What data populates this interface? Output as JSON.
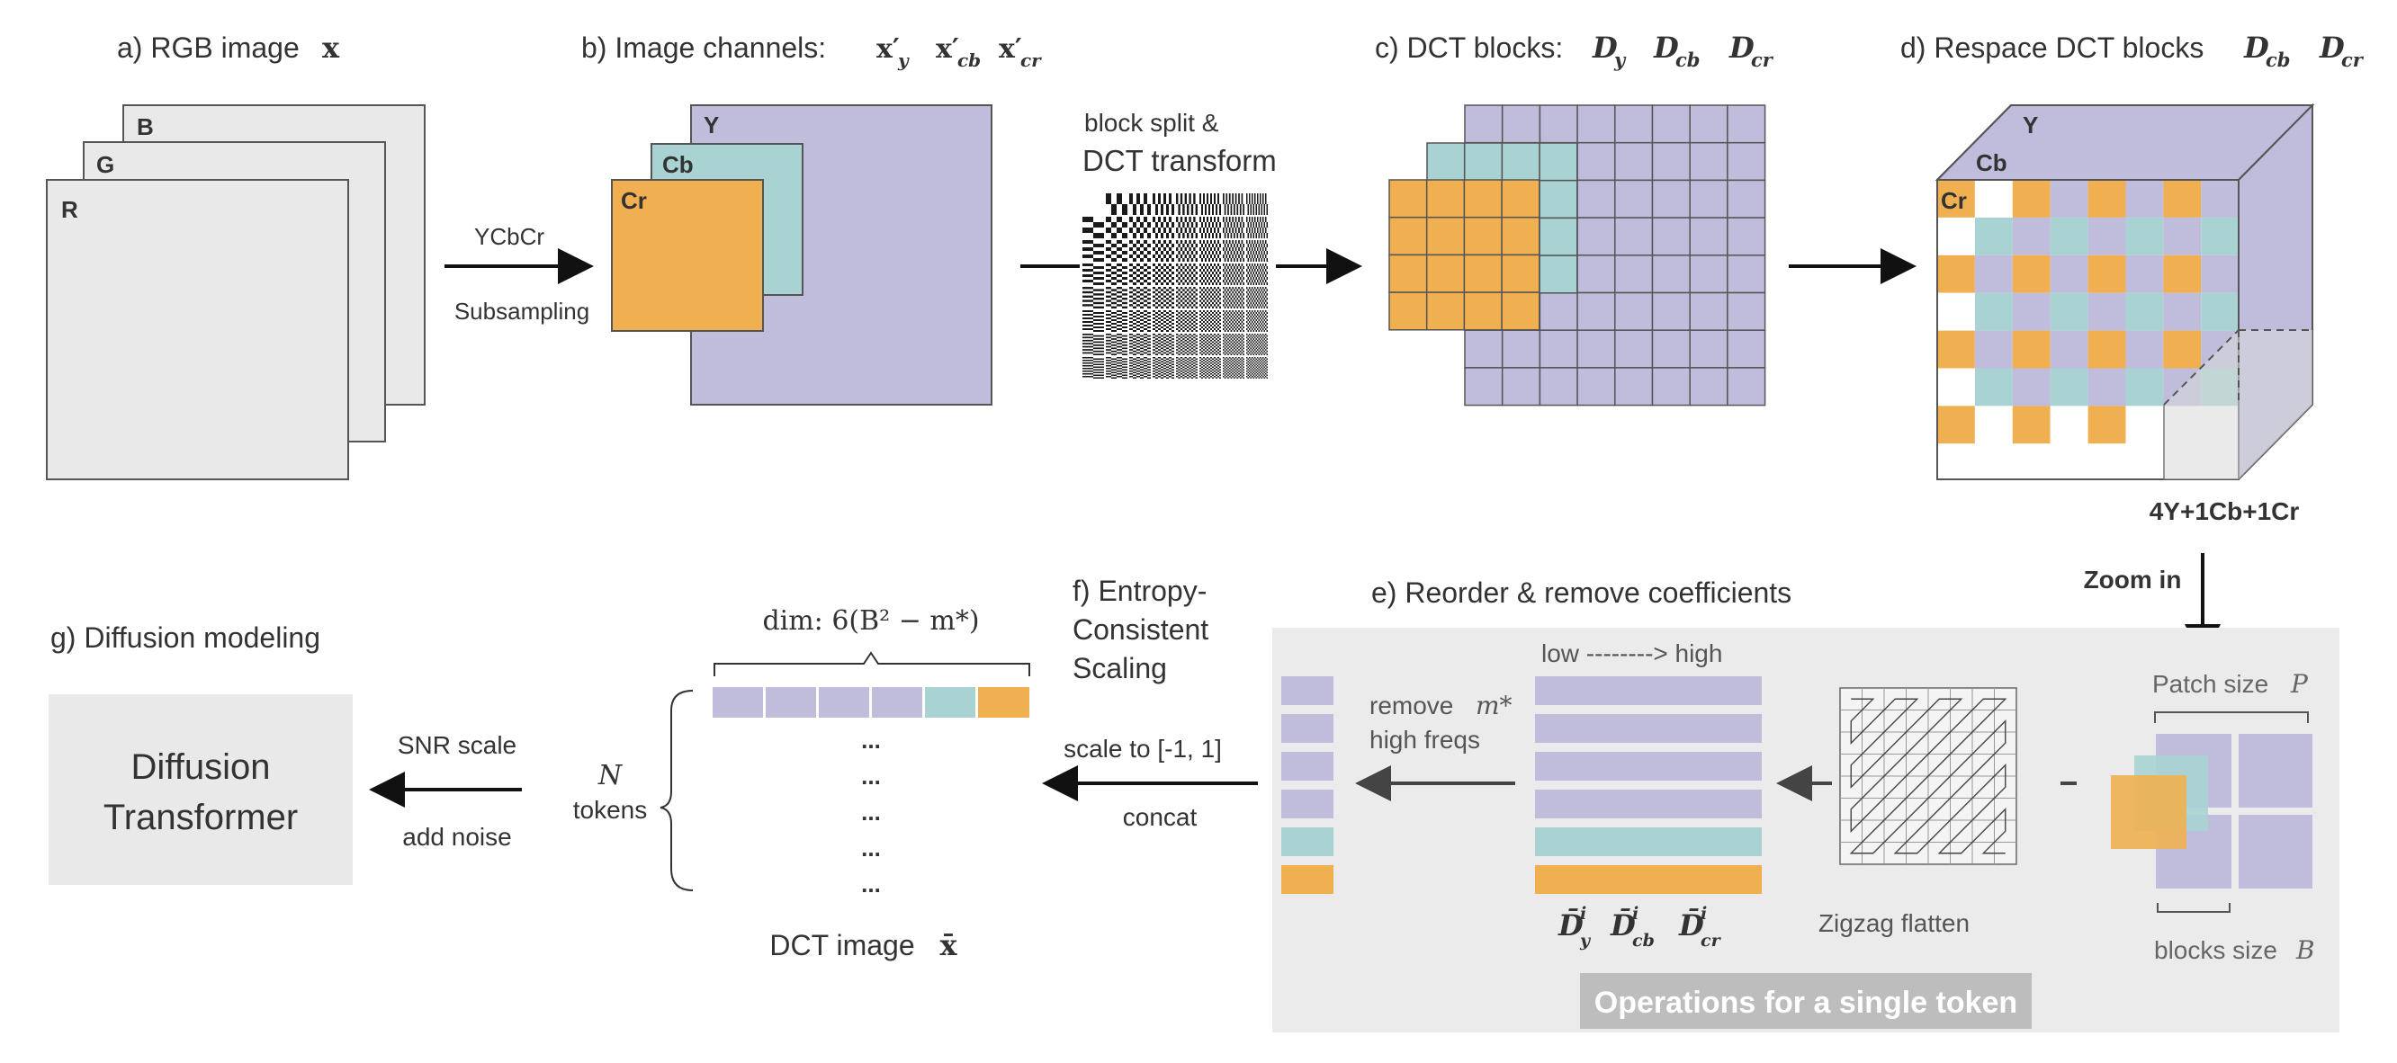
{
  "labels": {
    "a_title": "a) RGB image",
    "a_sym": "x",
    "b_title": "b) Image channels:",
    "b_sym1": "x′",
    "b_sub1": "y",
    "b_sym2": "x′",
    "b_sub2": "cb",
    "b_sym3": "x′",
    "b_sub3": "cr",
    "c_title": "c) DCT blocks:",
    "c_sym1": "D",
    "c_sub1": "y",
    "c_sym2": "D",
    "c_sub2": "cb",
    "c_sym3": "D",
    "c_sub3": "cr",
    "d_title": "d) Respace DCT blocks",
    "d_sym1": "D",
    "d_sub1": "cb",
    "d_sym2": "D",
    "d_sub2": "cr",
    "e_title": "e) Reorder & remove coefficients",
    "f_title_line1": "f) Entropy-",
    "f_title_line2": "Consistent",
    "f_title_line3": "Scaling",
    "g_title": "g) Diffusion modeling"
  },
  "rgb": {
    "b": "B",
    "g": "G",
    "r": "R"
  },
  "channels": {
    "y": "Y",
    "cb": "Cb",
    "cr": "Cr"
  },
  "arrows": {
    "ycbcr": "YCbCr",
    "subsampling": "Subsampling",
    "block_split": "block split &",
    "dct_transform": "DCT transform",
    "ratio": "4Y+1Cb+1Cr",
    "zoom_in": "Zoom in",
    "remove_line1": "remove",
    "remove_m": "m*",
    "remove_line2": "high freqs",
    "scale_to": "scale to [-1, 1]",
    "concat": "concat",
    "snr_scale": "SNR scale",
    "add_noise": "add noise"
  },
  "cube": {
    "y": "Y",
    "cb": "Cb",
    "cr": "Cr"
  },
  "token_panel": {
    "low_high": "low --------> high",
    "zigzag": "Zigzag flatten",
    "patch_size": "Patch size",
    "patch_sym": "P",
    "blocks_size": "blocks size",
    "blocks_sym": "B",
    "coef_y": "D̄",
    "coef_y_sup": "i",
    "coef_y_sub": "y",
    "coef_cb": "D̄",
    "coef_cb_sup": "i",
    "coef_cb_sub": "cb",
    "coef_cr": "D̄",
    "coef_cr_sup": "i",
    "coef_cr_sub": "cr",
    "banner": "Operations for a single token"
  },
  "dct_image": {
    "dim": "dim: 6(B² − m*)",
    "n": "N",
    "tokens": "tokens",
    "dots": "...",
    "caption": "DCT image",
    "caption_sym": "x̄"
  },
  "transformer": {
    "line1": "Diffusion",
    "line2": "Transformer"
  },
  "colors": {
    "y": "#bfbcdc",
    "cb": "#a9d3d3",
    "cr": "#f0b051",
    "panel": "#ebebeb",
    "frame_gray": "#e9e9ea",
    "banner": "#bdbdbd",
    "arrow": "#111111"
  }
}
